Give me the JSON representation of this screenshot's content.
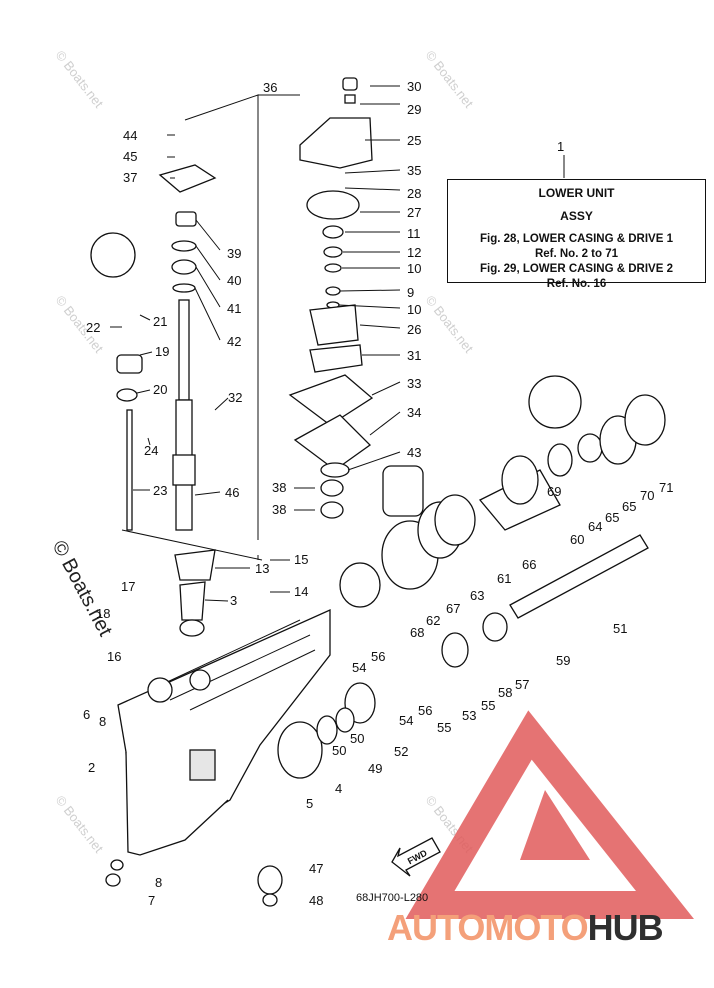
{
  "watermark": "© Boats.net",
  "title_box": {
    "ref_number": "1",
    "line1": "LOWER UNIT",
    "line2": "ASSY",
    "line3": "Fig. 28, LOWER CASING & DRIVE 1",
    "line4": "Ref. No. 2 to 71",
    "line5": "Fig. 29, LOWER CASING & DRIVE 2",
    "line6": "Ref. No. 16"
  },
  "fwd_label": "FWD",
  "diagram_code": "68JH700-L280",
  "brand": {
    "part1": "AUTOMOTO",
    "part2": "HUB"
  },
  "colors": {
    "brand_accent": "#f4a07a",
    "brand_dark": "#2f2f2f",
    "logo_red": "#e05a5a"
  },
  "callouts": [
    "30",
    "29",
    "25",
    "35",
    "28",
    "27",
    "11",
    "12",
    "10",
    "9",
    "10",
    "26",
    "31",
    "33",
    "34",
    "43",
    "38",
    "38",
    "36",
    "44",
    "45",
    "37",
    "39",
    "40",
    "41",
    "42",
    "21",
    "22",
    "19",
    "20",
    "32",
    "24",
    "23",
    "46",
    "13",
    "15",
    "14",
    "3",
    "17",
    "18",
    "16",
    "6",
    "8",
    "2",
    "5",
    "4",
    "50",
    "50",
    "49",
    "52",
    "47",
    "48",
    "8",
    "7",
    "1",
    "71",
    "70",
    "65",
    "65",
    "64",
    "69",
    "60",
    "66",
    "61",
    "63",
    "67",
    "62",
    "68",
    "51",
    "59",
    "57",
    "58",
    "55",
    "53",
    "56",
    "54",
    "54",
    "56",
    "55"
  ]
}
